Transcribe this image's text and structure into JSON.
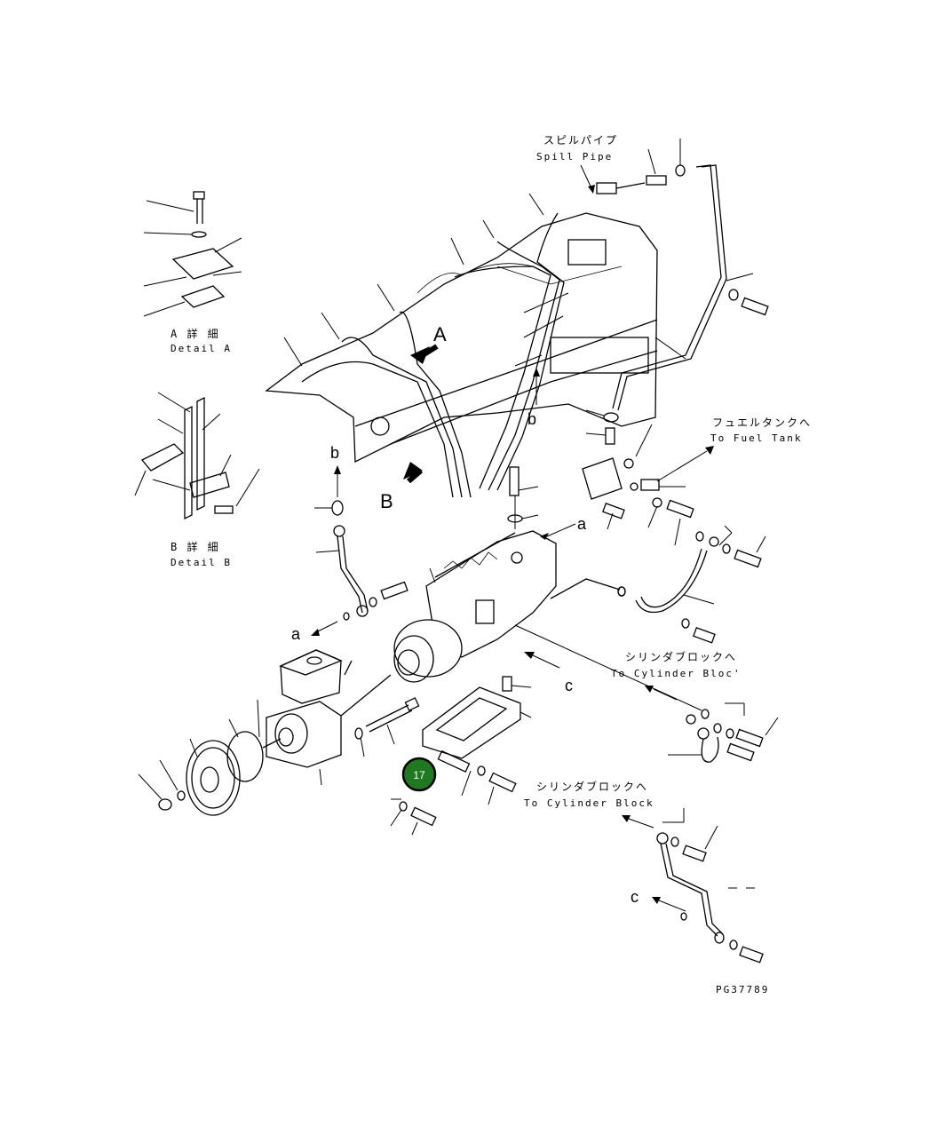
{
  "labels": {
    "spill_pipe_ja": "スピルパイプ",
    "spill_pipe_en": "Spill Pipe",
    "detail_a_ja": "A 詳 細",
    "detail_a_en": "Detail A",
    "detail_b_ja": "B 詳 細",
    "detail_b_en": "Detail B",
    "fuel_tank_ja": "フュエルタンクへ",
    "fuel_tank_en": "To Fuel Tank",
    "cyl_block_1_ja": "シリンダブロックへ",
    "cyl_block_1_en": "To Cylinder Bloc'",
    "cyl_block_2_ja": "シリンダブロックへ",
    "cyl_block_2_en": "To Cylinder Block",
    "drawing_code": "PG37789"
  },
  "reference_letters": {
    "A": "A",
    "B": "B",
    "a": "a",
    "b": "b",
    "c": "c"
  },
  "callout": {
    "number": "17",
    "color": "#1f7a1f"
  }
}
